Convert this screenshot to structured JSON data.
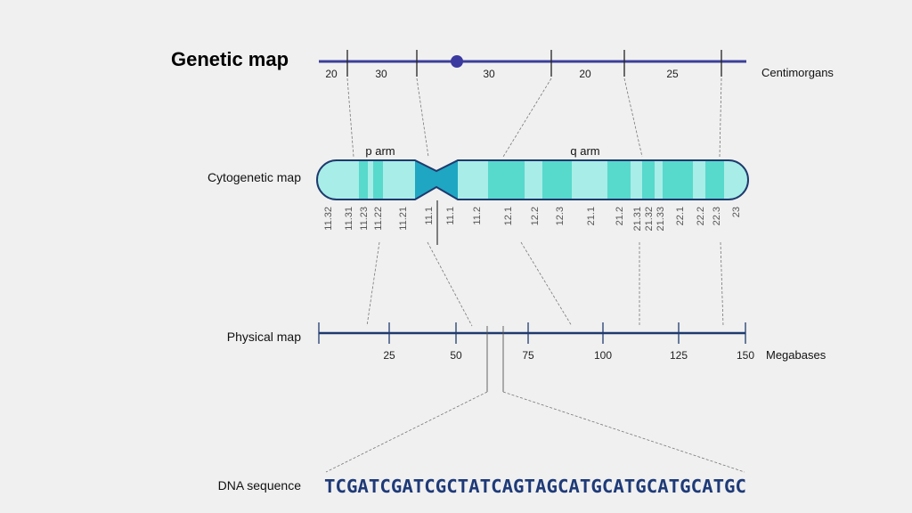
{
  "genetic_map": {
    "title": "Genetic map",
    "unit": "Centimorgans",
    "intervals": [
      "20",
      "30",
      "30",
      "20",
      "25"
    ],
    "line_color": "#3d3f9a",
    "marker_color": "#3b3aa0"
  },
  "cytogenetic_map": {
    "label": "Cytogenetic map",
    "p_arm_label": "p arm",
    "q_arm_label": "q arm",
    "bands": [
      "11.32",
      "11.31",
      "11.23",
      "11.22",
      "11.21",
      "11.1",
      "11.1",
      "11.2",
      "12.1",
      "12.2",
      "12.3",
      "21.1",
      "21.2",
      "21.31",
      "21.32",
      "21.33",
      "22.1",
      "22.2",
      "22.3",
      "23"
    ],
    "colors": {
      "light": "#a8ede7",
      "dark": "#57d9cc",
      "centromere": "#1fa6c2",
      "outline": "#1e3a6e"
    }
  },
  "physical_map": {
    "label": "Physical map",
    "unit": "Megabases",
    "ticks": [
      "25",
      "50",
      "75",
      "100",
      "125",
      "150"
    ],
    "line_color": "#1e3a6e"
  },
  "dna": {
    "label": "DNA sequence",
    "sequence": "TCGATCGATCGCTATCAGTAGCATGCATGCATGCATGC",
    "color": "#1e3a78"
  }
}
